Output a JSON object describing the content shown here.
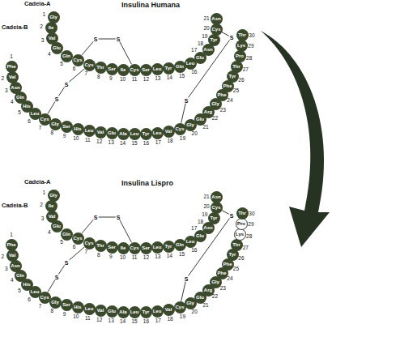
{
  "diagram": {
    "nodes": [
      {
        "text": [
          "Gly"
        ]
      },
      {
        "text": [
          "Ile"
        ]
      },
      {
        "text": [
          "Val"
        ]
      },
      {
        "text": [
          "Glu"
        ]
      },
      {
        "text": [
          "Gln"
        ]
      },
      {
        "text": [
          "Cys"
        ]
      },
      {
        "text": [
          "Cys"
        ]
      },
      {
        "text": [
          "Thr"
        ]
      },
      {
        "text": [
          "Ser"
        ]
      },
      {
        "text": [
          "Ile"
        ]
      },
      {
        "text": [
          "Cys"
        ]
      },
      {
        "text": [
          "Ser"
        ]
      },
      {
        "text": [
          "Leu"
        ]
      },
      {
        "text": [
          "Tyr"
        ]
      },
      {
        "text": [
          "Gln"
        ]
      },
      {
        "text": [
          "Leu"
        ]
      },
      {
        "text": [
          "Glu"
        ]
      },
      {
        "text": [
          "Asn"
        ]
      },
      {
        "text": [
          "Tyr"
        ]
      },
      {
        "text": [
          "Cys"
        ]
      },
      {
        "text": [
          "Asn"
        ]
      },
      {
        "text": [
          "Phe"
        ]
      },
      {
        "text": [
          "Val"
        ]
      },
      {
        "text": [
          "Asn"
        ]
      },
      {
        "text": [
          "Gln"
        ]
      },
      {
        "text": [
          "His"
        ]
      },
      {
        "text": [
          "Leu"
        ]
      },
      {
        "text": [
          "Cys"
        ]
      },
      {
        "text": [
          "Gly"
        ]
      },
      {
        "text": [
          "Ser"
        ]
      },
      {
        "text": [
          "His"
        ]
      },
      {
        "text": [
          "Leu"
        ]
      },
      {
        "text": [
          "Val"
        ]
      },
      {
        "text": [
          "Glu"
        ]
      },
      {
        "text": [
          "Ala"
        ]
      },
      {
        "text": [
          "Leu"
        ]
      },
      {
        "text": [
          "Tyr"
        ]
      },
      {
        "text": [
          "Leu"
        ]
      },
      {
        "text": [
          "Val"
        ]
      },
      {
        "text": [
          "Cys"
        ]
      },
      {
        "text": [
          "Gly"
        ]
      },
      {
        "text": [
          "Glu"
        ]
      },
      {
        "text": [
          "Arg"
        ]
      },
      {
        "text": [
          "Gly"
        ]
      },
      {
        "text": [
          "Phe"
        ]
      },
      {
        "text": [
          "Phe"
        ]
      },
      {
        "text": [
          "Tyr"
        ]
      },
      {
        "text": [
          "Thr"
        ]
      },
      {
        "text": [
          "Pro"
        ]
      },
      {
        "text": [
          "Lys"
        ]
      },
      {
        "text": [
          "Thr"
        ]
      },
      {
        "text": [
          "Gly"
        ]
      },
      {
        "text": [
          "Ile"
        ]
      },
      {
        "text": [
          "Val"
        ]
      },
      {
        "text": [
          "Glu"
        ]
      },
      {
        "text": [
          "Gln"
        ]
      },
      {
        "text": [
          "Cys"
        ]
      },
      {
        "text": [
          "Cys"
        ]
      },
      {
        "text": [
          "Thr"
        ]
      },
      {
        "text": [
          "Ser"
        ]
      },
      {
        "text": [
          "Ile"
        ]
      },
      {
        "text": [
          "Cys"
        ]
      },
      {
        "text": [
          "Ser"
        ]
      },
      {
        "text": [
          "Leu"
        ]
      },
      {
        "text": [
          "Tyr"
        ]
      },
      {
        "text": [
          "Gln"
        ]
      },
      {
        "text": [
          "Leu"
        ]
      },
      {
        "text": [
          "Glu"
        ]
      },
      {
        "text": [
          "Asn"
        ]
      },
      {
        "text": [
          "Tyr"
        ]
      },
      {
        "text": [
          "Cys"
        ]
      },
      {
        "text": [
          "Asn"
        ]
      },
      {
        "text": [
          "Phe"
        ]
      },
      {
        "text": [
          "Val"
        ]
      },
      {
        "text": [
          "Asn"
        ]
      },
      {
        "text": [
          "Gln"
        ]
      },
      {
        "text": [
          "His"
        ]
      },
      {
        "text": [
          "Leu"
        ]
      },
      {
        "text": [
          "Cys"
        ]
      },
      {
        "text": [
          "Gly"
        ]
      },
      {
        "text": [
          "Ser"
        ]
      },
      {
        "text": [
          "His"
        ]
      },
      {
        "text": [
          "Leu"
        ]
      },
      {
        "text": [
          "Val"
        ]
      },
      {
        "text": [
          "Glu"
        ]
      },
      {
        "text": [
          "Ala"
        ]
      },
      {
        "text": [
          "Leu"
        ]
      },
      {
        "text": [
          "Tyr"
        ]
      },
      {
        "text": [
          "Leu"
        ]
      },
      {
        "text": [
          "Val"
        ]
      },
      {
        "text": [
          "Cys"
        ]
      },
      {
        "text": [
          "Gly"
        ]
      },
      {
        "text": [
          "Glu"
        ]
      },
      {
        "text": [
          "Arg"
        ]
      },
      {
        "text": [
          "Gly"
        ]
      },
      {
        "text": [
          "Phe"
        ]
      },
      {
        "text": [
          "Phe"
        ]
      },
      {
        "text": [
          "Tyr"
        ]
      },
      {
        "text": [
          "Thr"
        ]
      },
      {
        "text": [
          "Lys"
        ]
      },
      {
        "text": [
          "Pro"
        ]
      },
      {
        "text": [
          "Thr"
        ]
      }
    ],
    "edges": [
      {
        "from": 5,
        "to": 10,
        "arrow": "none"
      },
      {
        "from": 6,
        "to": 27,
        "arrow": "none"
      },
      {
        "from": 19,
        "to": 39,
        "arrow": "none"
      },
      {
        "from": 56,
        "to": 61,
        "arrow": "none"
      },
      {
        "from": 57,
        "to": 78,
        "arrow": "none"
      },
      {
        "from": 70,
        "to": 90,
        "arrow": "none"
      }
    ],
    "labels": [
      "Cadeia-A",
      "Insulina Humana",
      "Cadeia-B",
      "1",
      "2",
      "3",
      "4",
      "5",
      "6",
      "7",
      "8",
      "9",
      "10",
      "11",
      "12",
      "13",
      "14",
      "15",
      "16",
      "17",
      "18",
      "19",
      "20",
      "21",
      "1",
      "2",
      "3",
      "4",
      "5",
      "6",
      "7",
      "8",
      "9",
      "10",
      "11",
      "12",
      "13",
      "14",
      "15",
      "16",
      "17",
      "18",
      "19",
      "20",
      "21",
      "22",
      "23",
      "24",
      "25",
      "26",
      "27",
      "28",
      "29",
      "30",
      "S",
      "S",
      "S",
      "S",
      "S",
      "S",
      "Cadeia-A",
      "Insulina Lispro",
      "Cadeia-B",
      "1",
      "2",
      "3",
      "4",
      "5",
      "6",
      "7",
      "8",
      "9",
      "10",
      "11",
      "12",
      "13",
      "14",
      "15",
      "16",
      "17",
      "18",
      "19",
      "20",
      "21",
      "1",
      "2",
      "3",
      "4",
      "5",
      "6",
      "7",
      "8",
      "9",
      "10",
      "11",
      "12",
      "13",
      "14",
      "15",
      "16",
      "17",
      "18",
      "19",
      "20",
      "21",
      "22",
      "23",
      "24",
      "25",
      "26",
      "27",
      "28",
      "29",
      "30",
      "S",
      "S",
      "S",
      "S",
      "S",
      "S"
    ]
  }
}
